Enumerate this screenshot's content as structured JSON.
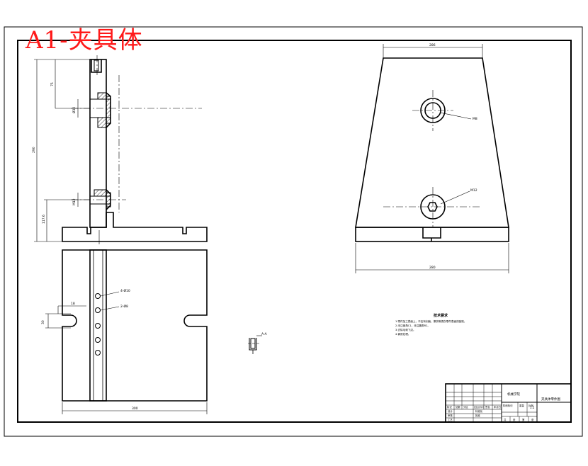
{
  "drawing": {
    "title_overlay": "A1-夹具体",
    "dimensions": {
      "top_view_width": "286",
      "top_view_bottom_width": "280",
      "main_overall_height": "290",
      "main_lower_height": "117.6",
      "main_upper_height": "75",
      "plan_width": "300",
      "slot_width": "30",
      "slot_depth": "18"
    },
    "callouts": {
      "hole_1": "M8",
      "hole_2": "Ø30",
      "hole_3": "M12",
      "pin_1": "4-Ø10",
      "pin_2": "2-Ø8",
      "detail": "A-A"
    },
    "tech_req": {
      "heading": "技术要求",
      "lines": [
        "1.零件加工表面上，不应有划痕、擦伤等损伤零件表面的缺陷。",
        "2.未注倒角C1，未注圆角R2。",
        "3.去除毛刺飞边。",
        "4.调质处理。"
      ]
    },
    "title_block": {
      "company": "机械学院",
      "drawing_name": "夹具体零件图",
      "scale": "1:1",
      "rows": [
        [
          "标记",
          "处数",
          "分区",
          "更改文件号",
          "签名",
          "年月日"
        ],
        [
          "设计",
          "",
          "",
          "标准化",
          "",
          ""
        ],
        [
          "审核",
          "",
          "",
          "批准",
          "",
          ""
        ],
        [
          "工艺",
          "",
          "",
          "",
          "",
          ""
        ]
      ],
      "footer": [
        "共",
        "张",
        "第",
        "张"
      ],
      "stage": "阶段标记",
      "weight": "重量",
      "ratio": "比例"
    }
  }
}
